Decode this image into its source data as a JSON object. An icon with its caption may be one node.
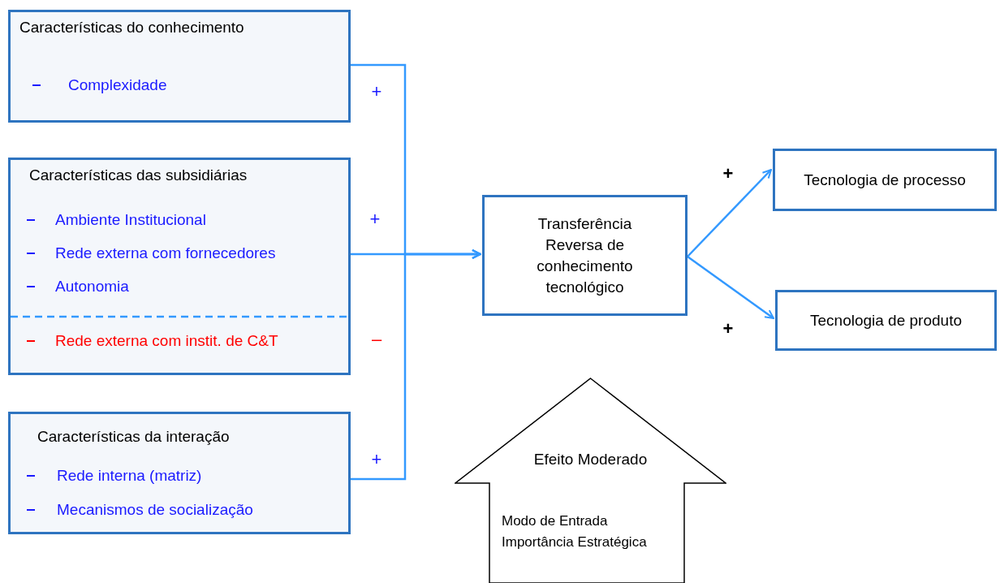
{
  "diagram": {
    "nodes": [
      {
        "text": [
          "Características do conhecimento",
          "Complexidade"
        ]
      },
      {
        "text": [
          "Características das subsidiárias",
          "Ambiente Institucional",
          "Rede externa com fornecedores",
          "Autonomia",
          "Rede externa com instit. de C&T"
        ]
      },
      {
        "text": [
          "Características da interação",
          "Rede interna (matriz)",
          "Mecanismos de socialização"
        ]
      },
      {
        "text": [
          "Transferência Reversa de conhecimento tecnológico"
        ]
      },
      {
        "text": [
          "Tecnologia de processo"
        ]
      },
      {
        "text": [
          "Tecnologia de produto"
        ]
      },
      {
        "text": [
          "Efeito Moderado",
          "Modo de Entrada",
          "Importância Estratégica"
        ]
      }
    ],
    "edges": [
      {
        "from": 0,
        "to": 3,
        "arrow": "to"
      },
      {
        "from": 1,
        "to": 3,
        "arrow": "to"
      },
      {
        "from": 2,
        "to": 3,
        "arrow": "to"
      },
      {
        "from": 3,
        "to": 4,
        "arrow": "to"
      },
      {
        "from": 3,
        "to": 5,
        "arrow": "to"
      }
    ],
    "labels": [
      "+",
      "+",
      "+",
      "+",
      "–",
      "+"
    ]
  }
}
